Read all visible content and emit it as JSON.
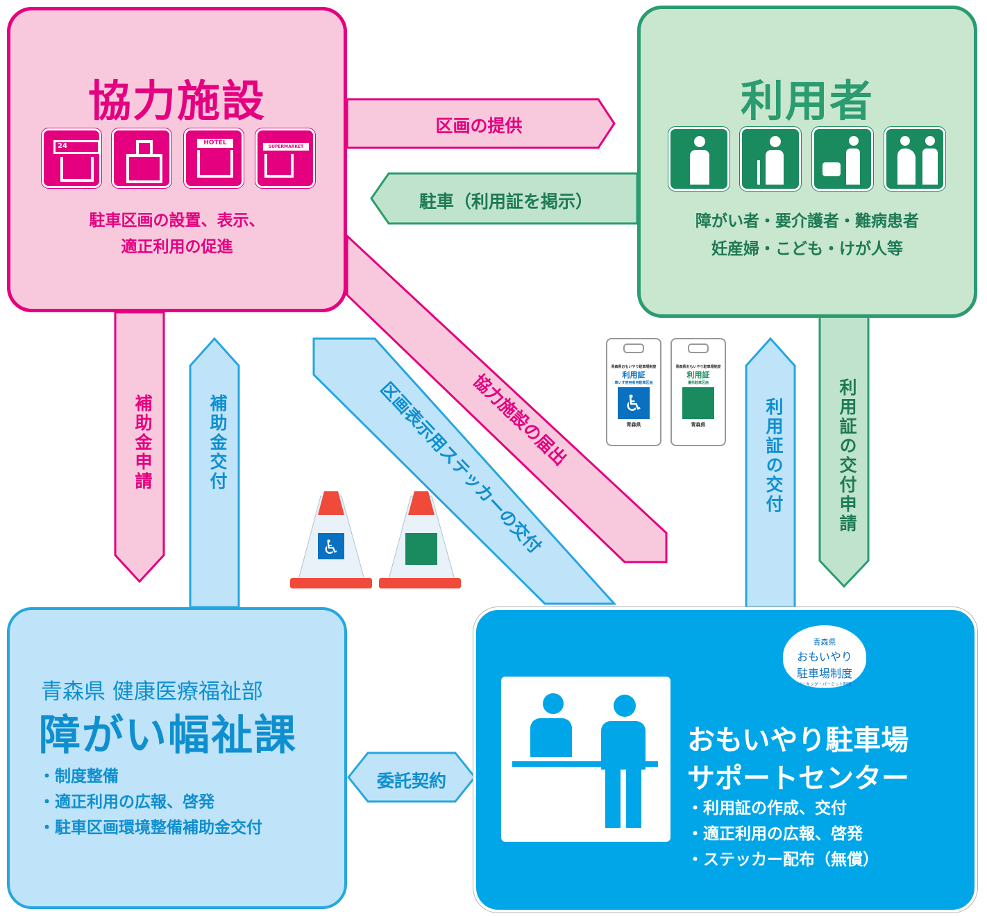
{
  "colors": {
    "pink_fill": "#f8c9dd",
    "pink_line": "#e4007f",
    "green_fill": "#c9e6cf",
    "green_line": "#2a9c70",
    "lightblue_fill": "#bfe3f8",
    "lightblue_line": "#26a6e0",
    "blue_fill": "#00a6e8",
    "white": "#ffffff"
  },
  "facility": {
    "title": "協力施設",
    "icons": [
      "convenience-store-icon",
      "hospital-icon",
      "hotel-icon",
      "supermarket-icon"
    ],
    "icon_texts": {
      "store": "24",
      "hotel": "HOTEL",
      "supermarket": "SUPERMARKET"
    },
    "desc_line1": "駐車区画の設置、表示、",
    "desc_line2": "適正利用の促進"
  },
  "user": {
    "title": "利用者",
    "icons": [
      "patient-icon",
      "elderly-icon",
      "stroller-icon",
      "pregnant-icon"
    ],
    "desc_line1": "障がい者・要介護者・難病患者",
    "desc_line2": "妊産婦・こども・けが人等"
  },
  "dept": {
    "subtitle": "青森県 健康医療福祉部",
    "title": "障がい幅祉課",
    "bullets": [
      "・制度整備",
      "・適正利用の広報、啓発",
      "・駐車区画環境整備補助金交付"
    ]
  },
  "center": {
    "logo_line1": "青森県",
    "logo_line2": "おもいやり",
    "logo_line3": "駐車場制度",
    "logo_line4": "パーキング・パーミット制度",
    "title_line1": "おもいやり駐車場",
    "title_line2": "サポートセンター",
    "bullets": [
      "・利用証の作成、交付",
      "・適正利用の広報、啓発",
      "・ステッカー配布（無償）"
    ]
  },
  "arrows": {
    "provide": "区画の提供",
    "parking": "駐車（利用証を掲示）",
    "subsidy_apply": "補助金申請",
    "subsidy_grant": "補助金交付",
    "sticker": "区画表示用ステッカーの交付",
    "notify": "協力施設の届出",
    "permit_issue": "利用証の交付",
    "permit_apply": "利用証の交付申請",
    "contract": "委託契約"
  },
  "permits": [
    {
      "header": "青森県おもいやり駐車場制度",
      "title": "利用証",
      "sub": "車いす使用者用駐車区画",
      "footer": "青森県"
    },
    {
      "header": "青森県おもいやり駐車場制度",
      "title": "利用証",
      "sub": "優先駐車区画",
      "footer": "青森県"
    }
  ],
  "cones": [
    {
      "label": "車いす使用者用駐車区画"
    },
    {
      "label": "優先駐車区画"
    }
  ]
}
